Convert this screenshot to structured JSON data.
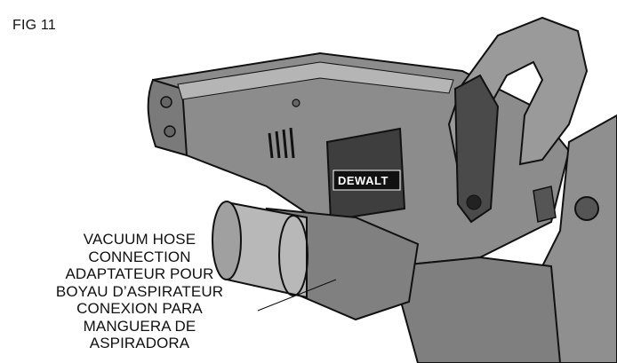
{
  "figure": {
    "label": "FIG 11"
  },
  "brand": {
    "logo_text": "DEWALT"
  },
  "callout": {
    "lines": [
      "VACUUM HOSE",
      "CONNECTION",
      "ADAPTATEUR POUR",
      "BOYAU D’ASPIRATEUR",
      "CONEXION PARA",
      "MANGUERA DE",
      "ASPIRADORA"
    ]
  },
  "colors": {
    "body_gray": "#8a8a8a",
    "dark_gray": "#4a4a4a",
    "outline": "#111111"
  }
}
